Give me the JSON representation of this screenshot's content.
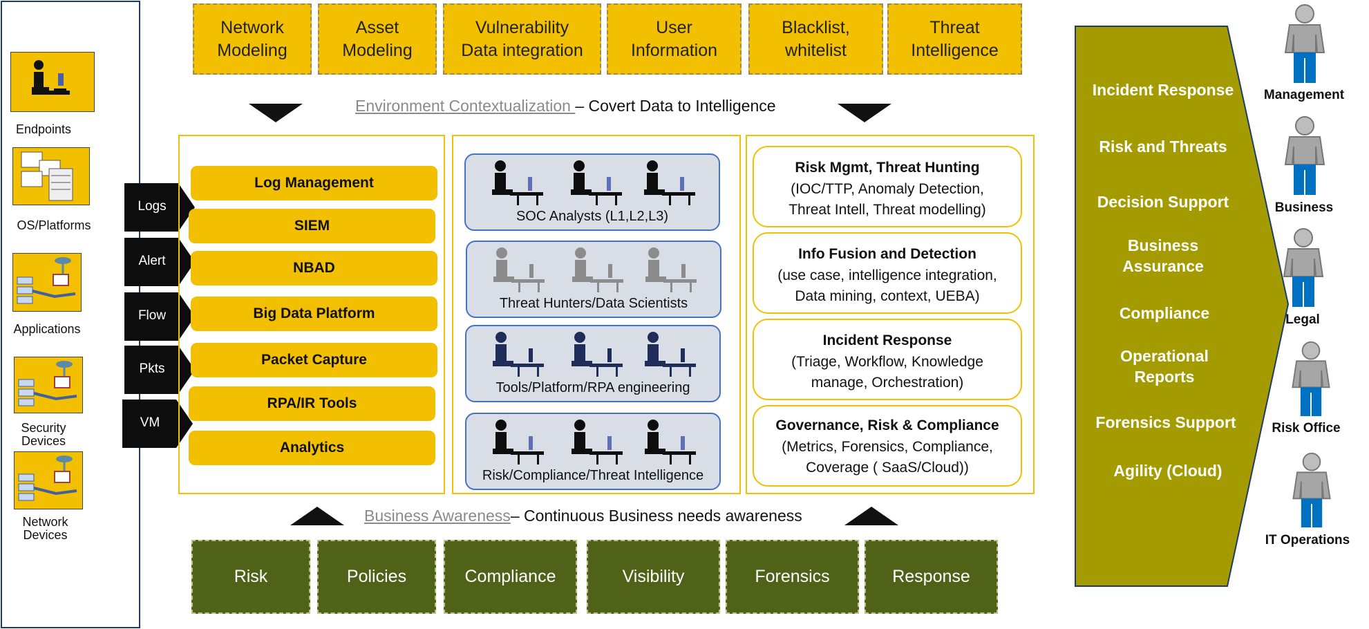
{
  "sources": {
    "items": [
      {
        "label": "Endpoints",
        "icon": "workstation-icon"
      },
      {
        "label": "OS/Platforms",
        "icon": "server-icon"
      },
      {
        "label": "Applications",
        "icon": "network-nodes-icon"
      },
      {
        "label": "Security\nDevices",
        "icon": "network-nodes-icon"
      },
      {
        "label": "Network\nDevices",
        "icon": "network-nodes-icon"
      }
    ]
  },
  "top_boxes": [
    "Network\nModeling",
    "Asset\nModeling",
    "Vulnerability\nData integration",
    "User\nInformation",
    "Blacklist,\nwhitelist",
    "Threat\nIntelligence"
  ],
  "env_caption": {
    "highlight": "Environment Contextualization ",
    "rest": "– Covert Data  to  Intelligence"
  },
  "tags": [
    "Logs",
    "Alert",
    "Flow",
    "Pkts",
    "VM"
  ],
  "platforms": [
    "Log Management",
    "SIEM",
    "NBAD",
    "Big Data Platform",
    "Packet Capture",
    "RPA/IR Tools",
    "Analytics"
  ],
  "roles": [
    "SOC Analysts (L1,L2,L3)",
    "Threat Hunters/Data Scientists",
    "Tools/Platform/RPA engineering",
    "Risk/Compliance/Threat Intelligence"
  ],
  "functions": [
    {
      "title": "Risk Mgmt, Threat Hunting",
      "desc": "(IOC/TTP, Anomaly Detection,\nThreat Intell, Threat modelling)"
    },
    {
      "title": "Info Fusion and Detection",
      "desc": "(use case, intelligence integration,\nData mining, context, UEBA)"
    },
    {
      "title": "Incident Response",
      "desc": "(Triage, Workflow, Knowledge\nmanage, Orchestration)"
    },
    {
      "title": "Governance, Risk & Compliance",
      "desc": "(Metrics, Forensics, Compliance,\nCoverage ( SaaS/Cloud))"
    }
  ],
  "biz_caption": {
    "highlight": "Business Awareness",
    "rest": "– Continuous Business needs awareness"
  },
  "bottom_boxes": [
    "Risk",
    "Policies",
    "Compliance",
    "Visibility",
    "Forensics",
    "Response"
  ],
  "outputs": [
    "Incident Response",
    "Risk and Threats",
    "Decision Support",
    "Business\nAssurance",
    "Compliance",
    "Operational\nReports",
    "Forensics Support",
    "Agility (Cloud)"
  ],
  "stakeholders": [
    "Management",
    "Business",
    "Legal",
    "Risk Office",
    "IT Operations"
  ],
  "colors": {
    "gold": "#f2c000",
    "olive": "#4f6218",
    "arrow_olive": "#a39b00",
    "role_border": "#4472c4",
    "person_blue": "#0070c0"
  }
}
